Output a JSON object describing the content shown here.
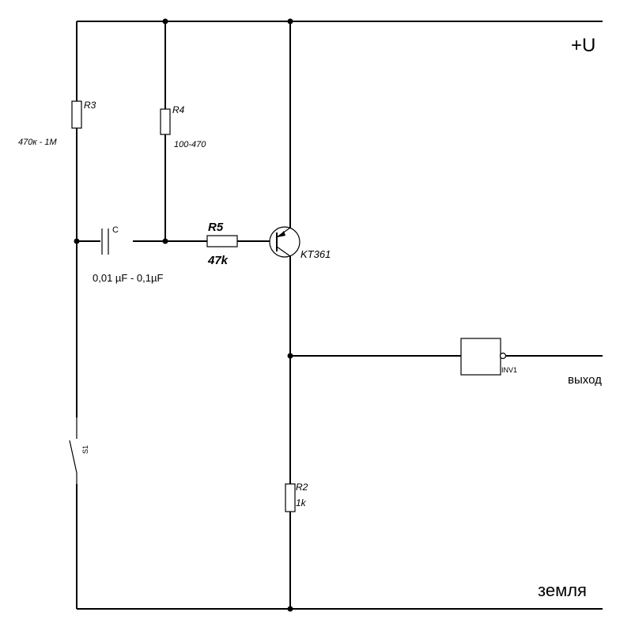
{
  "rails": {
    "supply_label": "+U",
    "ground_label": "земля"
  },
  "components": {
    "r3": {
      "name": "R3",
      "value": "470к - 1M"
    },
    "r4": {
      "name": "R4",
      "value": "100-470"
    },
    "c": {
      "name": "C",
      "value": "0,01 µF - 0,1µF"
    },
    "r5": {
      "name": "R5",
      "value": "47k"
    },
    "transistor": {
      "name": "KT361"
    },
    "r2": {
      "name": "R2",
      "value": "1k"
    },
    "s1": {
      "name": "S1"
    },
    "inverter": {
      "name": "INV1"
    }
  },
  "output": {
    "label": "выход"
  }
}
